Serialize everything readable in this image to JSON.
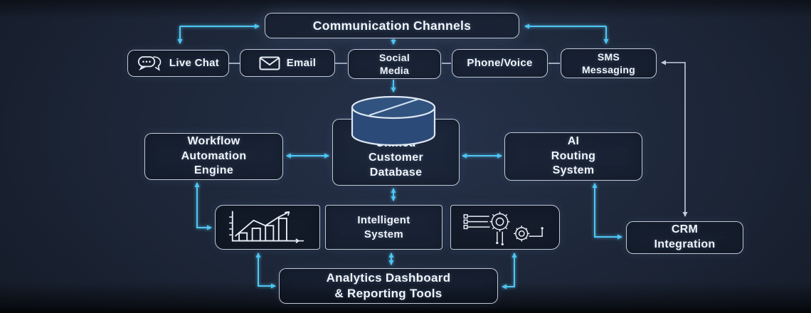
{
  "diagram": {
    "nodes": {
      "communication_channels": {
        "label": "Communication Channels"
      },
      "live_chat": {
        "label": "Live Chat",
        "icon": "chat-bubbles-icon"
      },
      "email": {
        "label": "Email",
        "icon": "envelope-icon"
      },
      "social_media": {
        "label": "Social\nMedia"
      },
      "phone_voice": {
        "label": "Phone/Voice"
      },
      "sms_messaging": {
        "label": "SMS\nMessaging"
      },
      "workflow_automation_engine": {
        "label": "Workflow\nAutomation\nEngine"
      },
      "unified_customer_database": {
        "label": "Unified\nCustomer\nDatabase",
        "icon": "database-cylinder-icon"
      },
      "ai_routing_system": {
        "label": "AI\nRouting\nSystem"
      },
      "intelligent_system": {
        "label": "Intelligent\nSystem",
        "left_icon": "bar-chart-trend-icon",
        "right_icon": "circuit-gears-icon"
      },
      "crm_integration": {
        "label": "CRM\nIntegration"
      },
      "analytics_dashboard": {
        "label": "Analytics Dashboard\n& Reporting Tools"
      }
    },
    "edges": [
      {
        "from": "communication_channels",
        "to": "live_chat",
        "arrows": "both",
        "color": "cyan"
      },
      {
        "from": "communication_channels",
        "to": "sms_messaging",
        "arrows": "both",
        "color": "cyan"
      },
      {
        "from": "communication_channels",
        "to": "social_media",
        "arrows": "to",
        "color": "cyan"
      },
      {
        "from": "social_media",
        "to": "unified_customer_database",
        "arrows": "to",
        "color": "cyan"
      },
      {
        "from": "live_chat",
        "to": "email",
        "arrows": "none",
        "color": "gray"
      },
      {
        "from": "email",
        "to": "social_media",
        "arrows": "none",
        "color": "gray"
      },
      {
        "from": "social_media",
        "to": "phone_voice",
        "arrows": "none",
        "color": "gray"
      },
      {
        "from": "phone_voice",
        "to": "sms_messaging",
        "arrows": "none",
        "color": "gray"
      },
      {
        "from": "workflow_automation_engine",
        "to": "unified_customer_database",
        "arrows": "both",
        "color": "cyan"
      },
      {
        "from": "unified_customer_database",
        "to": "ai_routing_system",
        "arrows": "both",
        "color": "cyan"
      },
      {
        "from": "unified_customer_database",
        "to": "intelligent_system",
        "arrows": "both",
        "color": "cyan"
      },
      {
        "from": "intelligent_system",
        "to": "analytics_dashboard",
        "arrows": "both",
        "color": "cyan"
      },
      {
        "from": "workflow_automation_engine",
        "to": "intelligent_system",
        "arrows": "both",
        "color": "cyan"
      },
      {
        "from": "intelligent_system",
        "to": "analytics_dashboard",
        "arrows": "both",
        "color": "cyan",
        "note": "gears panel elbow"
      },
      {
        "from": "ai_routing_system",
        "to": "crm_integration",
        "arrows": "both",
        "color": "cyan"
      },
      {
        "from": "sms_messaging",
        "to": "crm_integration",
        "arrows": "both",
        "color": "gray"
      }
    ],
    "colors": {
      "background": "#1c2536",
      "box_border": "#ced8e6",
      "text": "#f1f5fa",
      "arrow_cyan": "#4ec7f4",
      "connector_gray": "#c3cedd",
      "cylinder_fill": "#2c4a78"
    }
  }
}
